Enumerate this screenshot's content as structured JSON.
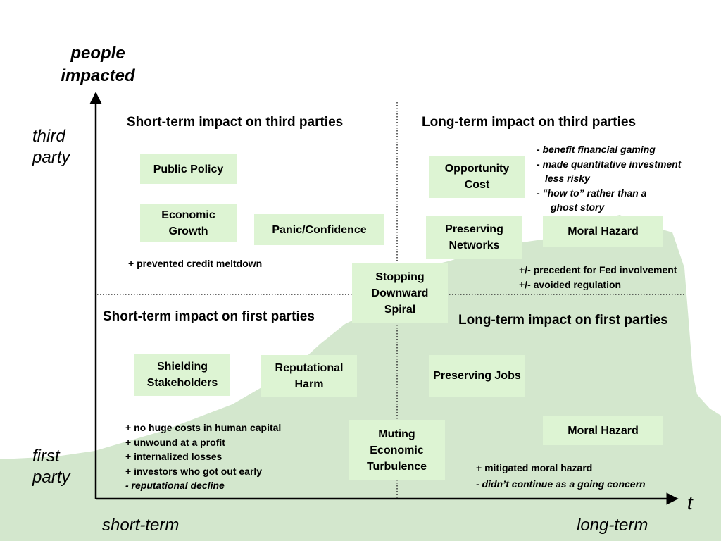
{
  "y_axis": {
    "title_lines": [
      "people",
      "impacted"
    ],
    "top_label_lines": [
      "third",
      "party"
    ],
    "bottom_label_lines": [
      "first",
      "party"
    ]
  },
  "x_axis": {
    "symbol": "t",
    "left_label": "short-term",
    "right_label": "long-term"
  },
  "quadrants": {
    "top_left_title": "Short-term impact on third parties",
    "top_right_title": "Long-term impact on third parties",
    "bottom_left_title": "Short-term impact on first parties",
    "bottom_right_title": "Long-term impact on first parties"
  },
  "boxes": {
    "public_policy": "Public Policy",
    "economic_growth": "Economic Growth",
    "panic_confidence": "Panic/Confidence",
    "opportunity_cost": "Opportunity Cost",
    "preserving_networks": "Preserving Networks",
    "moral_hazard_top": "Moral Hazard",
    "stopping_downward_spiral": "Stopping Downward Spiral",
    "shielding_stakeholders": "Shielding Stakeholders",
    "reputational_harm": "Reputational Harm",
    "preserving_jobs": "Preserving Jobs",
    "muting_economic_turbulence": "Muting Economic Turbulence",
    "moral_hazard_bottom": "Moral Hazard"
  },
  "notes": {
    "top_right_list": [
      {
        "dash": "- ",
        "text": "benefit financial gaming"
      },
      {
        "dash": "- ",
        "text": "made quantitative investment"
      },
      {
        "dash": "",
        "text": "less risky"
      },
      {
        "dash": "- ",
        "text": "“how to” rather than a"
      },
      {
        "dash": "",
        "text": "ghost story"
      }
    ],
    "prevented": "+ prevented credit meltdown",
    "fed": [
      "+/- precedent for Fed involvement",
      "+/- avoided regulation"
    ],
    "bottom_left": [
      "+ no huge costs in human capital",
      "+ unwound at a profit",
      "+ internalized losses",
      "+ investors who got out early"
    ],
    "bottom_left_italic": "- reputational decline",
    "bottom_right": "+ mitigated moral hazard",
    "bottom_right_italic": "- didn’t continue as a going concern"
  },
  "colors": {
    "box_fill": "#ddf4d3",
    "background_area": "#d3e7cd"
  }
}
